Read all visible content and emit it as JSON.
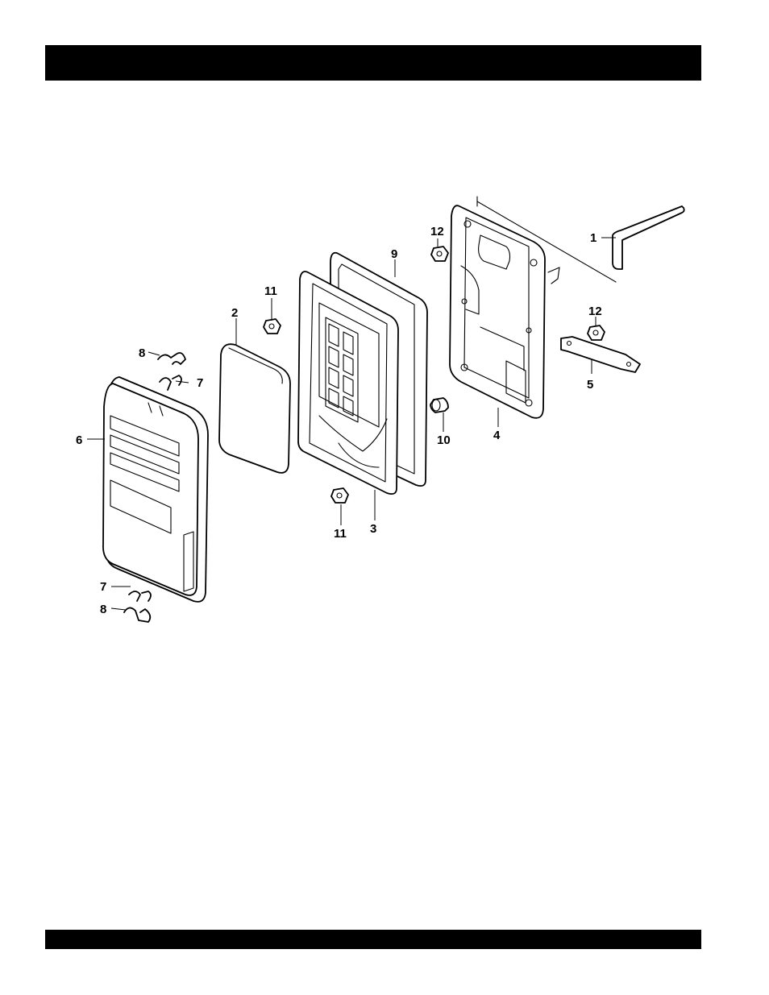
{
  "header_bar": {
    "color": "#000000"
  },
  "footer_bar": {
    "color": "#000000"
  },
  "diagram": {
    "callouts": {
      "c1": "1",
      "c2": "2",
      "c3": "3",
      "c4": "4",
      "c5": "5",
      "c6": "6",
      "c7a": "7",
      "c7b": "7",
      "c8a": "8",
      "c8b": "8",
      "c9": "9",
      "c10": "10",
      "c11a": "11",
      "c11b": "11",
      "c12a": "12",
      "c12b": "12"
    }
  }
}
